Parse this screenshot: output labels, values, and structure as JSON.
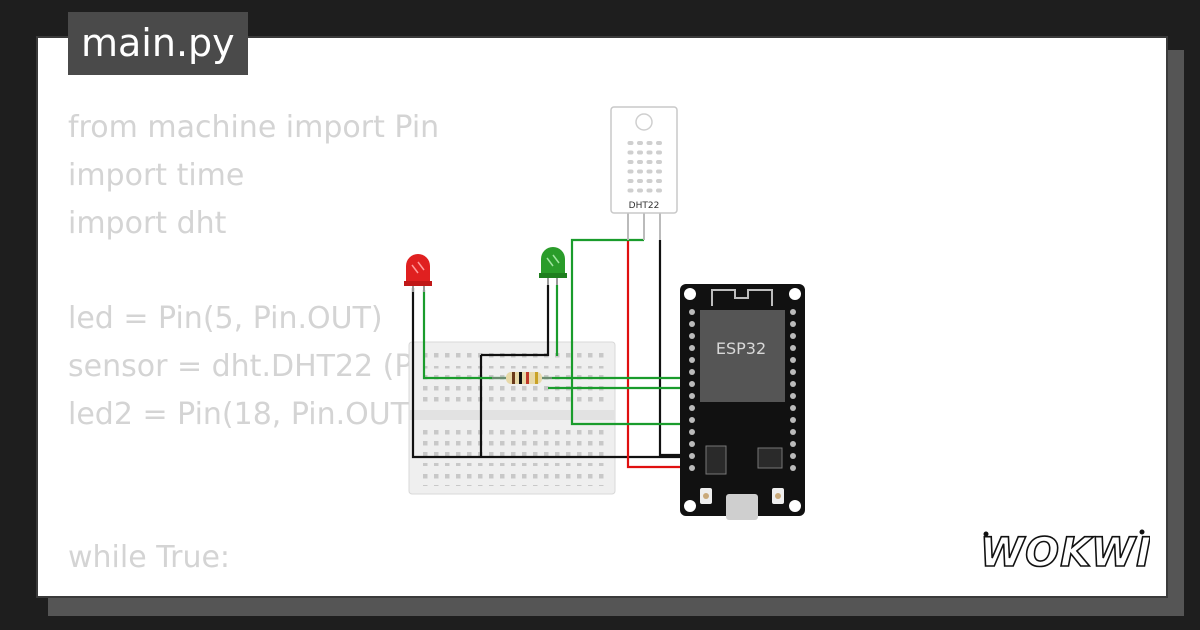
{
  "file_tab": {
    "name": "main.py"
  },
  "code_lines": [
    "from machine import Pin",
    "import time",
    "import dht",
    "",
    "led = Pin(5, Pin.OUT)",
    "sensor = dht.DHT22 (Pi",
    "led2 = Pin(18, Pin.OUT)",
    "",
    "",
    "while True:"
  ],
  "components": {
    "sensor_label": "DHT22",
    "board_label": "ESP32"
  },
  "brand": {
    "logo_text": "WOKWI"
  },
  "colors": {
    "code_text": "#d4d4d4",
    "tab_bg": "#4a4a4a",
    "wire_green": "#1a9c2c",
    "wire_red": "#e01010",
    "wire_black": "#111111",
    "led_red": "#e02020",
    "led_green": "#2a9c2a"
  }
}
